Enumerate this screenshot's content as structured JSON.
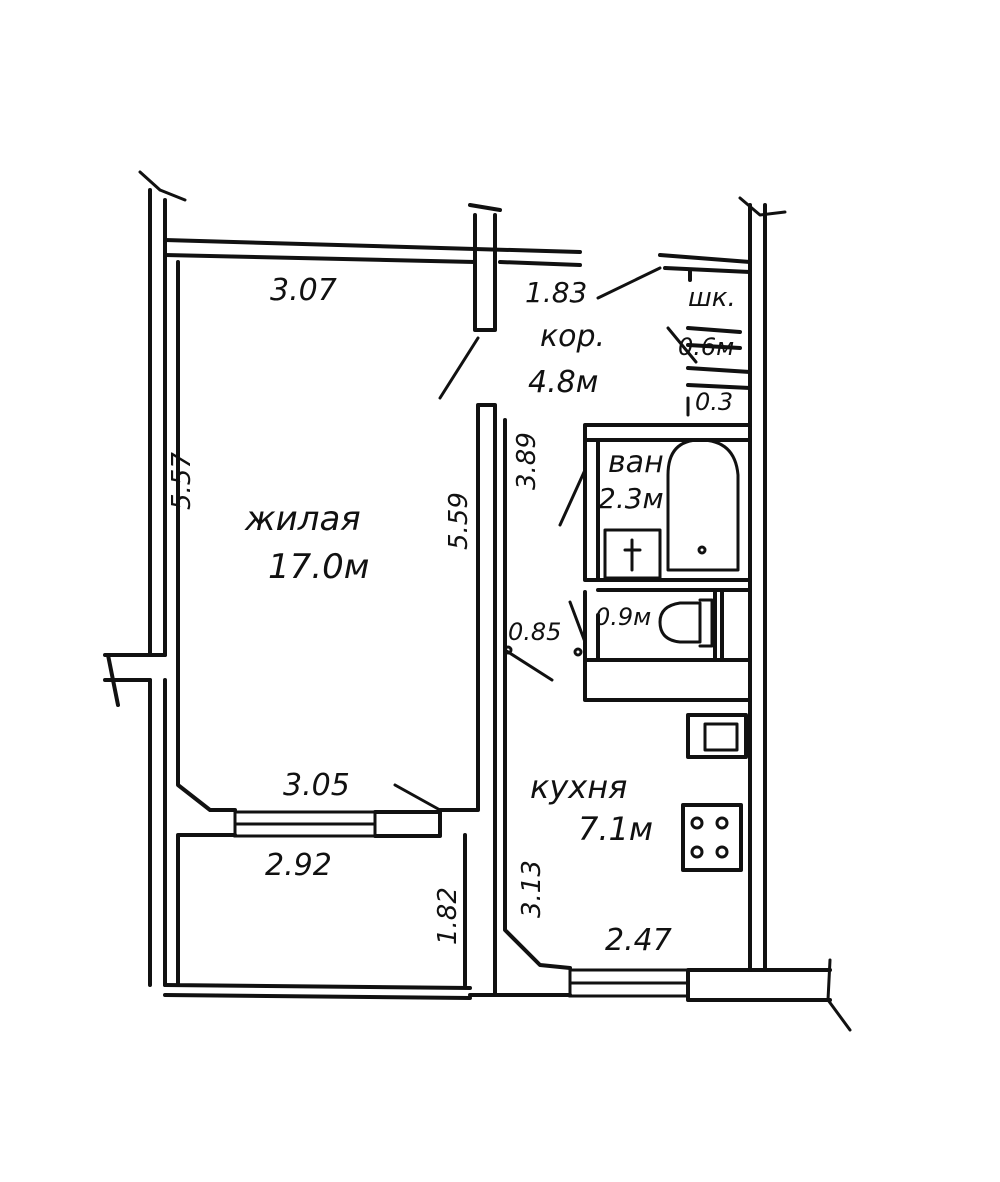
{
  "rooms": {
    "living": {
      "name": "жилая",
      "area": "17.0м",
      "width_top": "3.07",
      "width_bottom": "3.05",
      "depth_left": "5.57",
      "depth_right": "5.59"
    },
    "loggia": {
      "width": "2.92",
      "depth": "1.82"
    },
    "corridor": {
      "name": "кор.",
      "area": "4.8м",
      "width": "1.83",
      "depth": "3.89"
    },
    "closet": {
      "name": "шк.",
      "area": "0.6м"
    },
    "closet_wall": {
      "width": "0.3"
    },
    "bath": {
      "name": "ван",
      "area": "2.3м"
    },
    "toilet": {
      "area": "0.9м",
      "width": "0.85"
    },
    "kitchen": {
      "name": "кухня",
      "area": "7.1м",
      "width": "2.47",
      "depth": "3.13"
    }
  }
}
